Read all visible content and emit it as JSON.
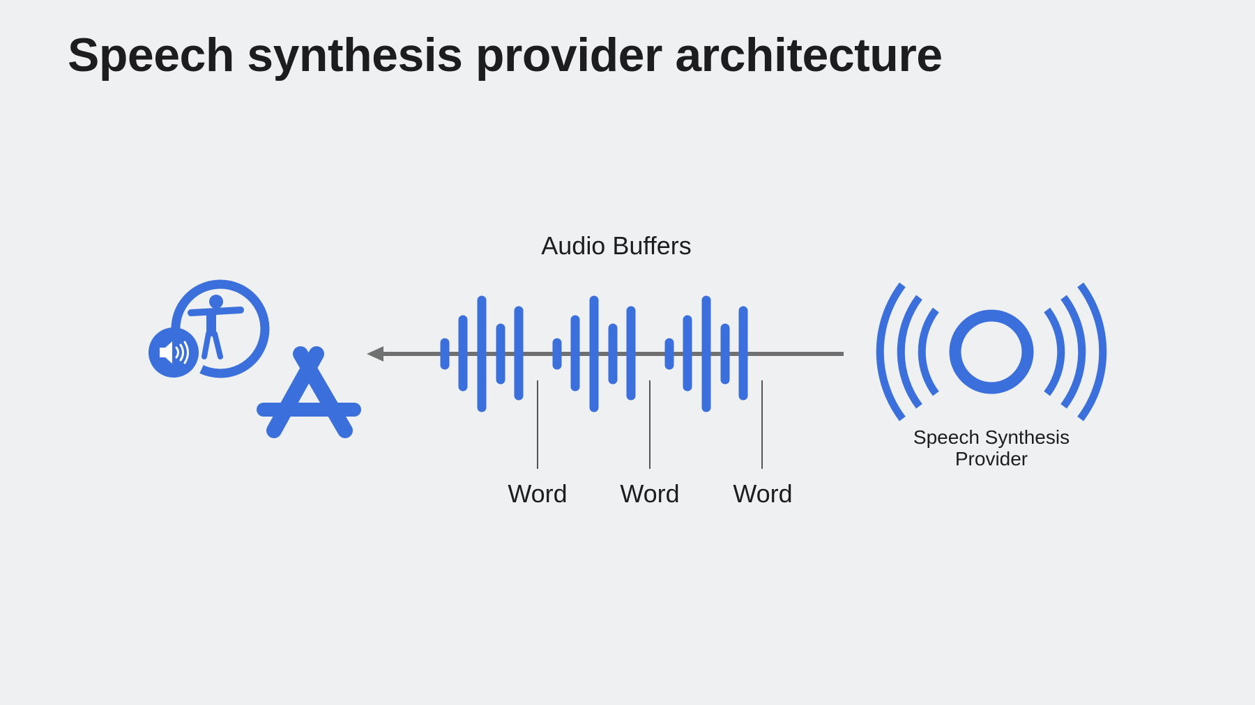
{
  "title": "Speech synthesis provider architecture",
  "diagram": {
    "buffers_label": "Audio Buffers",
    "word_labels": [
      "Word",
      "Word",
      "Word"
    ],
    "provider_label": [
      "Speech Synthesis",
      "Provider"
    ],
    "client_icons": [
      "accessibility-speech-icon",
      "app-store-icon"
    ],
    "provider_icon": "broadcast-icon"
  },
  "colors": {
    "accent_blue": "#3a6fdc",
    "word_marker_orange": "#e8913a",
    "arrow_gray": "#707070",
    "background": "#eff0f2"
  }
}
